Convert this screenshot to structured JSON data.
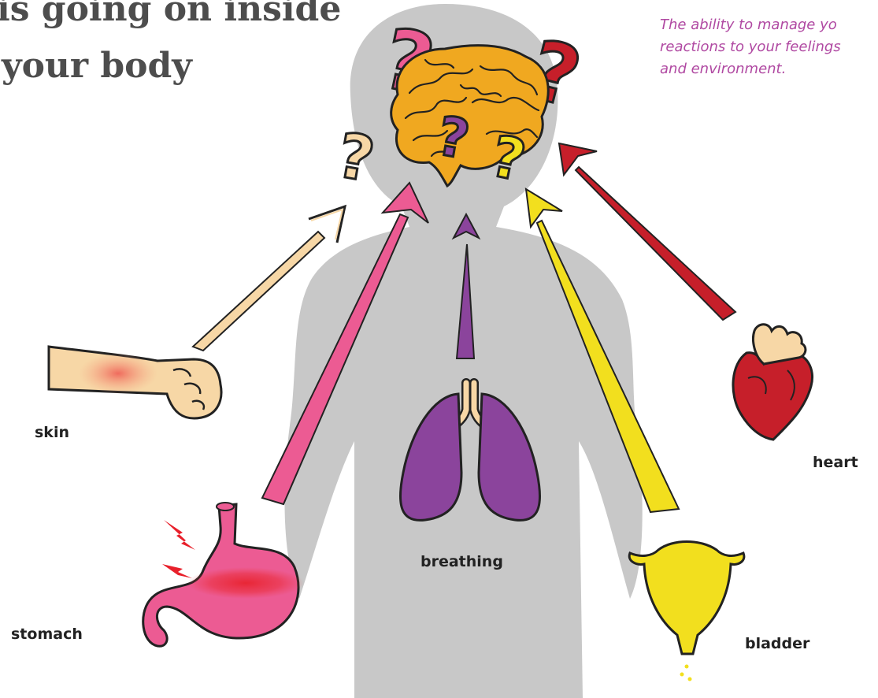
{
  "heading": {
    "line1": "is going on inside",
    "line2": "your body"
  },
  "definition": "The ability to manage yo\nreactions to your feelings\nand environment.",
  "labels": {
    "skin": "skin",
    "stomach": "stomach",
    "breathing": "breathing",
    "heart": "heart",
    "bladder": "bladder"
  },
  "colors": {
    "silhouette": "#c8c8c8",
    "brain": "#f0a820",
    "skin": "#f7d7a6",
    "stomach": "#ec5b93",
    "lungs": "#8b449c",
    "bladder": "#f2df1e",
    "heart": "#c61f2a",
    "definition_text": "#b049a2"
  }
}
